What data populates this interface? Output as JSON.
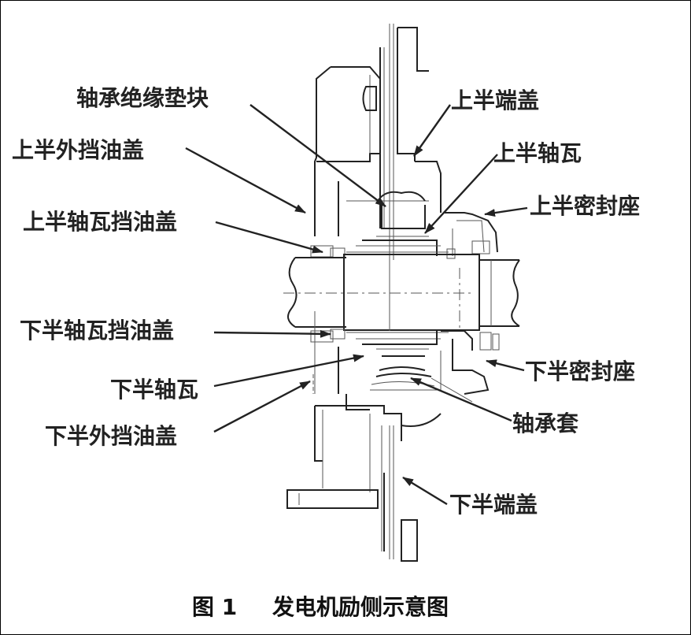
{
  "labels": {
    "bearing_insulation_pad": "轴承绝缘垫块",
    "upper_end_cover": "上半端盖",
    "upper_outer_oil_cover": "上半外挡油盖",
    "upper_bearing_shell": "上半轴瓦",
    "upper_shell_oil_cover": "上半轴瓦挡油盖",
    "upper_seal_seat": "上半密封座",
    "lower_shell_oil_cover": "下半轴瓦挡油盖",
    "lower_seal_seat": "下半密封座",
    "lower_bearing_shell": "下半轴瓦",
    "bearing_sleeve": "轴承套",
    "lower_outer_oil_cover": "下半外挡油盖",
    "lower_end_cover": "下半端盖"
  },
  "caption": {
    "figure_number": "图 1",
    "title": "发电机励侧示意图"
  }
}
